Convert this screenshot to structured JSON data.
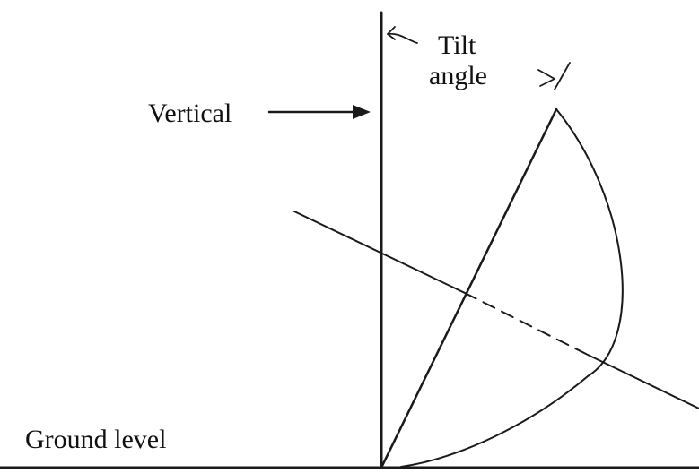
{
  "diagram": {
    "labels": {
      "tilt_line1": "Tilt",
      "tilt_line2": "angle",
      "vertical": "Vertical",
      "ground": "Ground level"
    },
    "colors": {
      "ink": "#1a1a1a",
      "background": "#ffffff"
    }
  }
}
